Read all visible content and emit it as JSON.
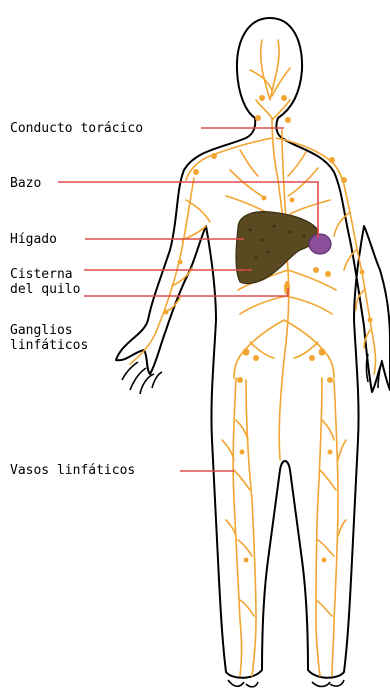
{
  "labels": {
    "thoracic_duct": "Conducto torácico",
    "spleen": "Bazo",
    "liver": "Hígado",
    "cisterna_line1": "Cisterna",
    "cisterna_line2": "del quilo",
    "nodes_line1": "Ganglios",
    "nodes_line2": "linfáticos",
    "vessels": "Vasos linfáticos"
  },
  "colors": {
    "outline": "#000000",
    "lymph": "#f2a530",
    "leader": "#e04a4a",
    "liver": "#5a4a22",
    "spleen": "#8a4f9a"
  }
}
